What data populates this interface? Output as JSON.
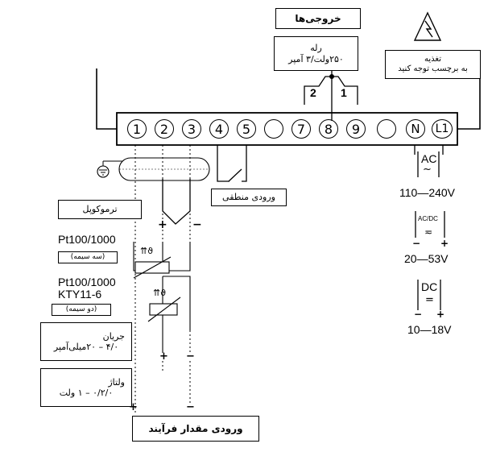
{
  "header": {
    "outputs_label": "خروجی‌ها"
  },
  "relay": {
    "line1": "رله",
    "line2": "۲۵۰ولت/۳ آمپر",
    "contact_a": "2",
    "contact_b": "1"
  },
  "supply_note": {
    "line1": "تغذیه",
    "line2": "به برچسب توجه کنید"
  },
  "terminals": [
    "1",
    "2",
    "3",
    "4",
    "5",
    "",
    "7",
    "8",
    "9",
    "",
    "N",
    "L1"
  ],
  "logic_input": {
    "label": "ورودی منطقی"
  },
  "thermocouple": {
    "label": "ترموکوپل"
  },
  "rtd3": {
    "model": "Pt100/1000",
    "wiring": "(سه سیمه)"
  },
  "rtd2": {
    "model_line1": "Pt100/1000",
    "model_line2": "KTY11-6",
    "wiring": "(دو سیمه)"
  },
  "current_input": {
    "title": "جریان",
    "range": "۴/۰ – ۲۰میلی‌آمپر"
  },
  "voltage_input": {
    "title": "ولتاژ",
    "range": "۰/۲/۰ – ۱ ولت"
  },
  "process_input": {
    "label": "ورودی مقدار فرآیند"
  },
  "power_options": [
    {
      "type": "AC",
      "symbol": "~",
      "range": "110—240V"
    },
    {
      "type": "AC/DC",
      "symbol": "≂",
      "range": "20—53V"
    },
    {
      "type": "DC",
      "symbol": "=",
      "range": "10—18V"
    }
  ],
  "polarity": {
    "plus": "+",
    "minus": "−"
  },
  "rtd_symbol": "⇈ϑ"
}
